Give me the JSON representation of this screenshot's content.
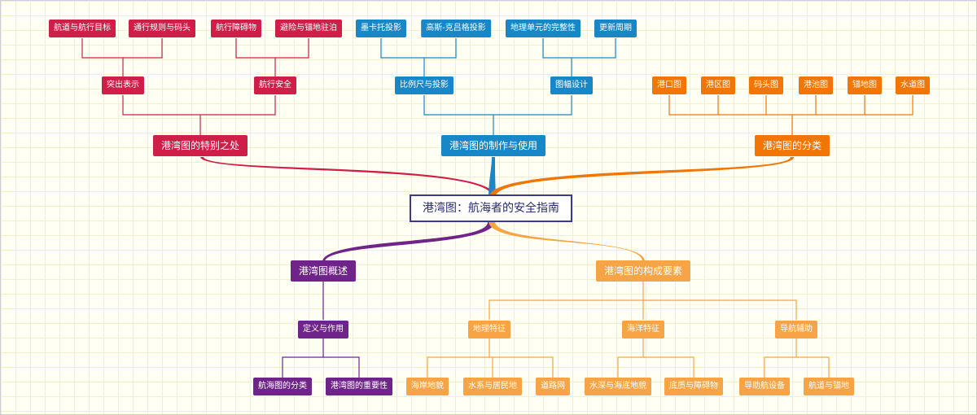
{
  "colors": {
    "red": "#cf1f48",
    "blue": "#1787c8",
    "orange": "#f27606",
    "purple": "#6f2489",
    "light_orange": "#f6a445"
  },
  "root": "港湾图：航海者的安全指南",
  "branches": {
    "features": {
      "label": "港湾图的特别之处",
      "groups": [
        {
          "label": "突出表示",
          "items": [
            "航道与航行目标",
            "通行规则与码头"
          ]
        },
        {
          "label": "航行安全",
          "items": [
            "航行障碍物",
            "避险与锚地驻泊"
          ]
        }
      ]
    },
    "making": {
      "label": "港湾图的制作与使用",
      "groups": [
        {
          "label": "比例尺与投影",
          "items": [
            "墨卡托投影",
            "高斯-克吕格投影"
          ]
        },
        {
          "label": "图幅设计",
          "items": [
            "地理单元的完整性",
            "更新周期"
          ]
        }
      ]
    },
    "classes": {
      "label": "港湾图的分类",
      "items": [
        "港口图",
        "港区图",
        "码头图",
        "港池图",
        "锚地图",
        "水道图"
      ]
    },
    "overview": {
      "label": "港湾图概述",
      "groups": [
        {
          "label": "定义与作用",
          "items": [
            "航海图的分类",
            "港湾图的重要性"
          ]
        }
      ]
    },
    "elements": {
      "label": "港湾图的构成要素",
      "groups": [
        {
          "label": "地理特征",
          "items": [
            "海岸地貌",
            "水系与居民地",
            "道路网"
          ]
        },
        {
          "label": "海洋特征",
          "items": [
            "水深与海底地貌",
            "底质与障碍物"
          ]
        },
        {
          "label": "导航辅助",
          "items": [
            "导助航设备",
            "航道与锚地"
          ]
        }
      ]
    }
  }
}
